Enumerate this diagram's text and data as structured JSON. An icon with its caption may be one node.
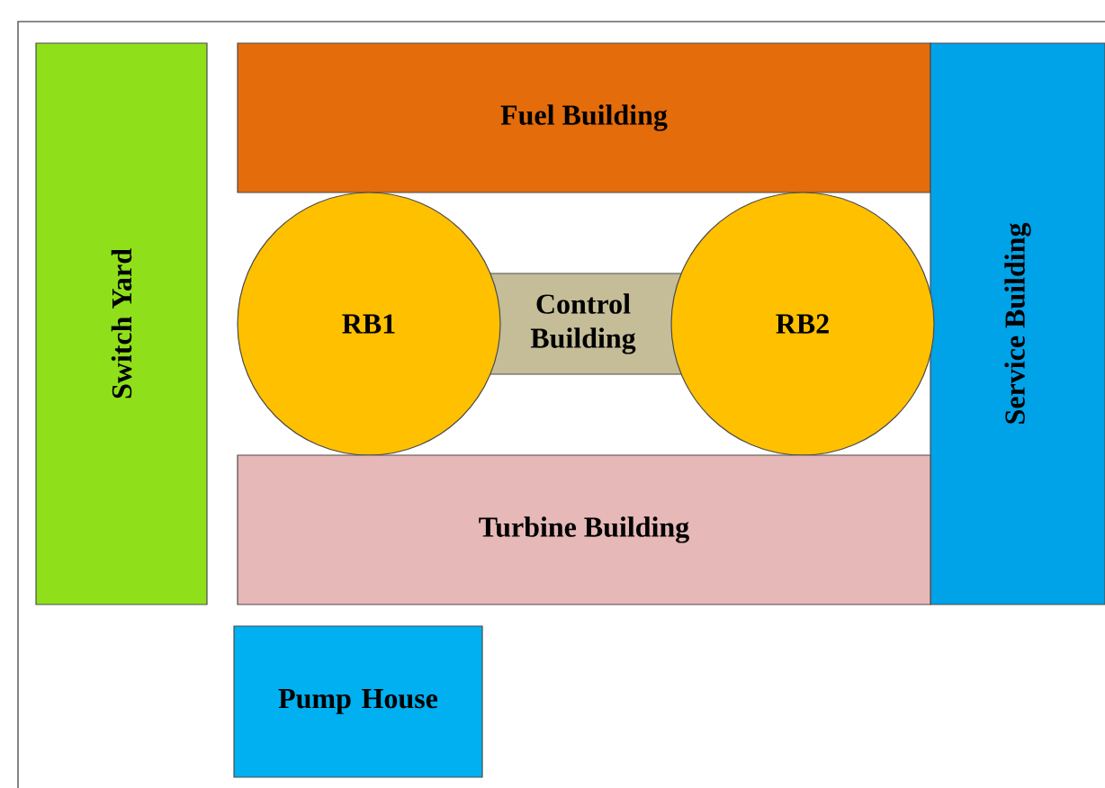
{
  "diagram": {
    "nodes": [
      {
        "text": [
          "Switch Yard"
        ]
      },
      {
        "text": [
          "Fuel Building"
        ]
      },
      {
        "text": [
          "Service Building"
        ]
      },
      {
        "text": [
          "RB1"
        ]
      },
      {
        "text": [
          "Control Building"
        ]
      },
      {
        "text": [
          "RB2"
        ]
      },
      {
        "text": [
          "Turbine Building"
        ]
      },
      {
        "text": [
          "Pump House"
        ]
      }
    ]
  }
}
